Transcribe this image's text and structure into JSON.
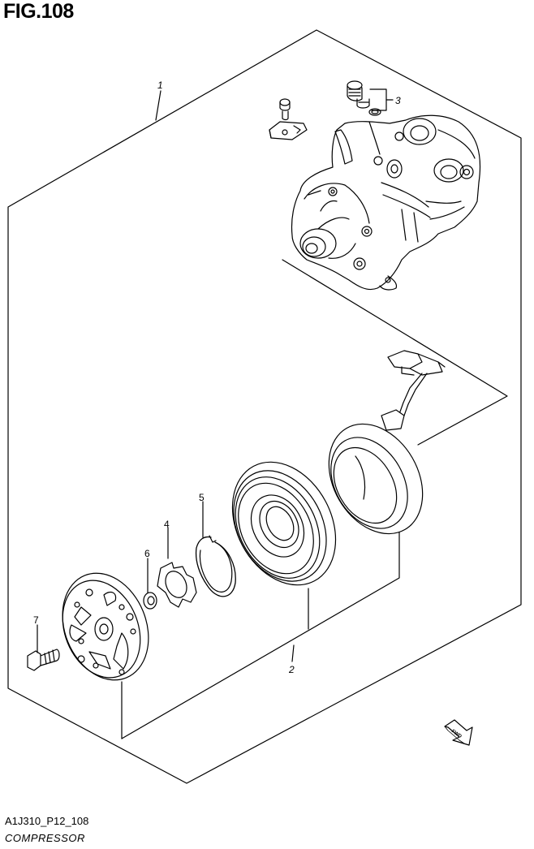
{
  "figure": {
    "title": "FIG.108",
    "drawing_code": "A1J310_P12_108",
    "caption": "COMPRESSOR"
  },
  "callouts": [
    {
      "id": "callout-1",
      "label": "1"
    },
    {
      "id": "callout-2",
      "label": "2"
    },
    {
      "id": "callout-3",
      "label": "3"
    },
    {
      "id": "callout-4",
      "label": "4"
    },
    {
      "id": "callout-5",
      "label": "5"
    },
    {
      "id": "callout-6",
      "label": "6"
    },
    {
      "id": "callout-7",
      "label": "7"
    }
  ],
  "direction_marker": {
    "label": "FWD"
  }
}
